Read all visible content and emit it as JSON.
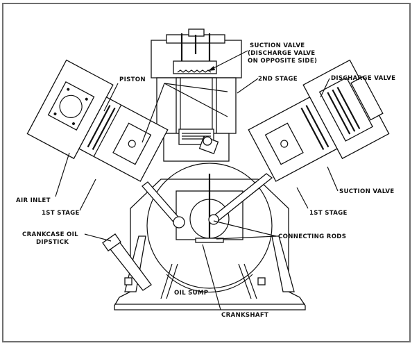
{
  "diagram": {
    "labels": {
      "suction_valve_top_1": "SUCTION VALVE",
      "suction_valve_top_2": "(DISCHARGE VALVE",
      "suction_valve_top_3": "ON OPPOSITE SIDE)",
      "piston": "PISTON",
      "second_stage": "2ND STAGE",
      "discharge_valve": "DISCHARGE VALVE",
      "air_inlet": "AIR INLET",
      "first_stage_left": "1ST STAGE",
      "suction_valve_right": "SUCTION VALVE",
      "first_stage_right": "1ST STAGE",
      "crankcase_oil_1": "CRANKCASE OIL",
      "crankcase_oil_2": "DIPSTICK",
      "connecting_rods": "CONNECTING RODS",
      "oil_sump": "OIL SUMP",
      "crankshaft": "CRANKSHAFT"
    },
    "colors": {
      "line": "#111111",
      "frame": "#6e6e6e",
      "background": "#ffffff"
    }
  }
}
